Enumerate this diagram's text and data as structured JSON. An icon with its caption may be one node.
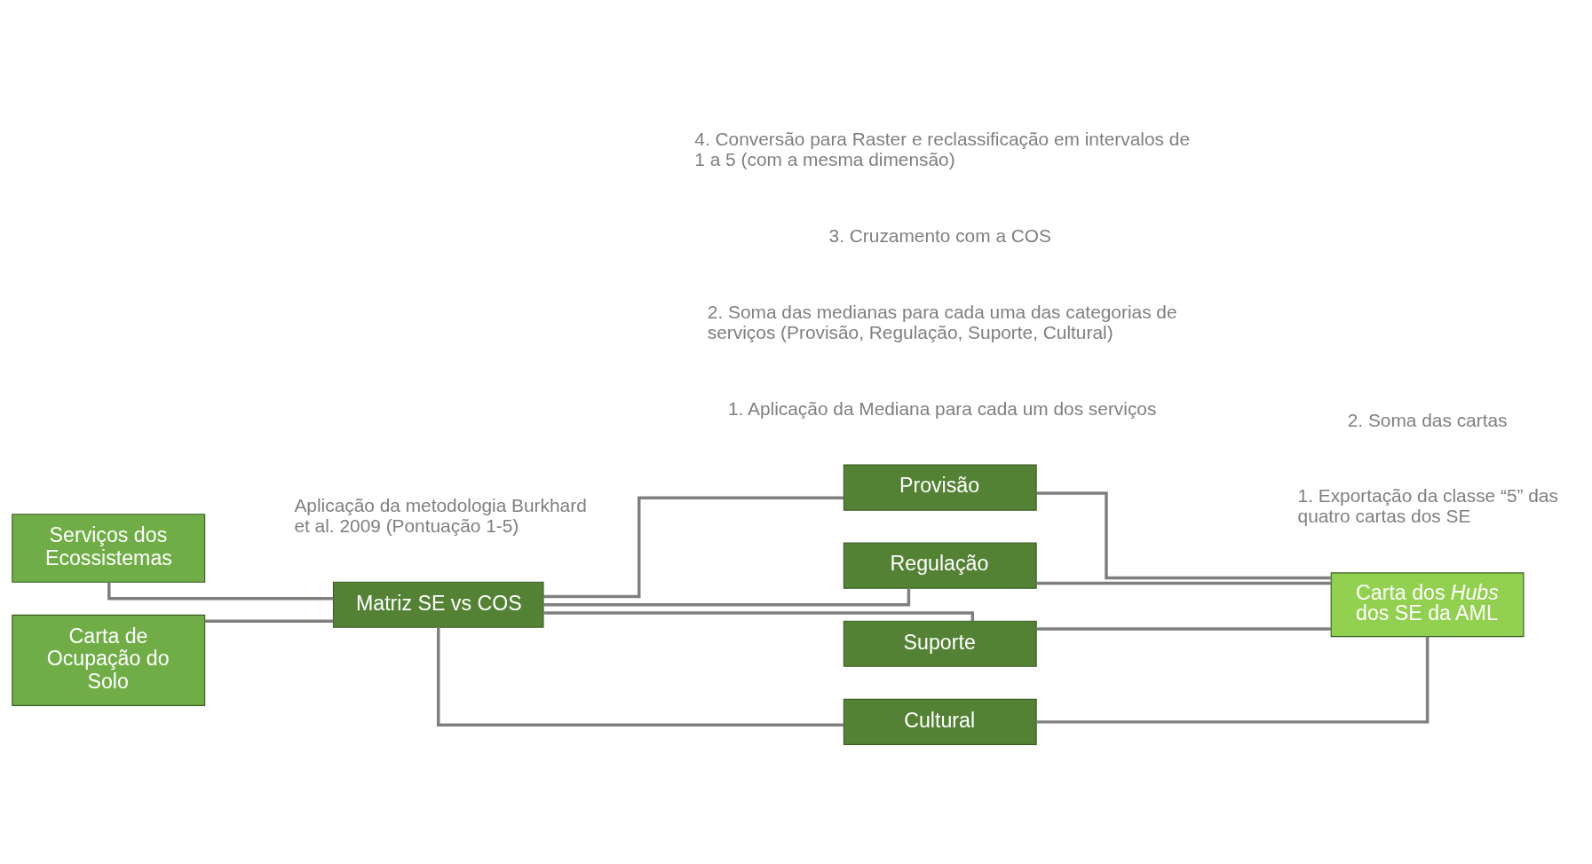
{
  "diagram": {
    "nodes": [
      {
        "text": [
          "Serviços dos Ecossistemas"
        ]
      },
      {
        "text": [
          "Carta de Ocupação do Solo"
        ]
      },
      {
        "text": [
          "Matriz SE vs COS"
        ]
      },
      {
        "text": [
          "Provisão"
        ]
      },
      {
        "text": [
          "Regulação"
        ]
      },
      {
        "text": [
          "Suporte"
        ]
      },
      {
        "text": [
          "Cultural"
        ]
      },
      {
        "text": [
          "Carta dos *Hubs* dos SE da AML"
        ]
      }
    ],
    "edges": [
      {
        "from": 0,
        "to": 2,
        "arrow": "none"
      },
      {
        "from": 1,
        "to": 2,
        "arrow": "none"
      },
      {
        "from": 2,
        "to": 3,
        "arrow": "none"
      },
      {
        "from": 2,
        "to": 4,
        "arrow": "none"
      },
      {
        "from": 2,
        "to": 5,
        "arrow": "none"
      },
      {
        "from": 2,
        "to": 6,
        "arrow": "none"
      },
      {
        "from": 3,
        "to": 7,
        "arrow": "none"
      },
      {
        "from": 4,
        "to": 7,
        "arrow": "none"
      },
      {
        "from": 5,
        "to": 7,
        "arrow": "none"
      },
      {
        "from": 6,
        "to": 7,
        "arrow": "none"
      }
    ],
    "labels": [
      "Aplicação da metodologia Burkhard et al. 2009 (Pontuação 1-5)",
      "1. Exportação da classe “5” das quatro cartas dos SE",
      "2. Soma das cartas",
      "1. Aplicação da Mediana para cada um dos serviços",
      "2. Soma das medianas para cada uma das categorias de serviços (Provisão, Regulação, Suporte, Cultural)",
      "3. Cruzamento com a COS",
      "4. Conversão para Raster e reclassificação em intervalos de 1 a 5 (com a mesma dimensão)"
    ]
  }
}
